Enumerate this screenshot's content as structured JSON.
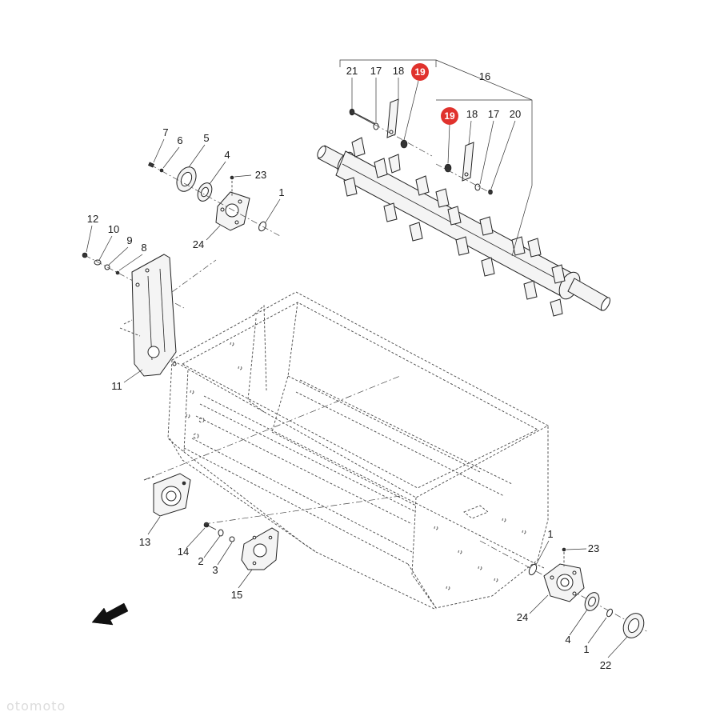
{
  "diagram": {
    "highlight_color": "#e0322d",
    "callouts": [
      {
        "id": "c21a",
        "text": "21",
        "highlight": false
      },
      {
        "id": "c17a",
        "text": "17",
        "highlight": false
      },
      {
        "id": "c18a",
        "text": "18",
        "highlight": false
      },
      {
        "id": "c19a",
        "text": "19",
        "highlight": true
      },
      {
        "id": "c16",
        "text": "16",
        "highlight": false
      },
      {
        "id": "c19b",
        "text": "19",
        "highlight": true
      },
      {
        "id": "c18b",
        "text": "18",
        "highlight": false
      },
      {
        "id": "c17b",
        "text": "17",
        "highlight": false
      },
      {
        "id": "c20",
        "text": "20",
        "highlight": false
      },
      {
        "id": "c7",
        "text": "7",
        "highlight": false
      },
      {
        "id": "c6",
        "text": "6",
        "highlight": false
      },
      {
        "id": "c5",
        "text": "5",
        "highlight": false
      },
      {
        "id": "c4a",
        "text": "4",
        "highlight": false
      },
      {
        "id": "c23a",
        "text": "23",
        "highlight": false
      },
      {
        "id": "c1a",
        "text": "1",
        "highlight": false
      },
      {
        "id": "c24a",
        "text": "24",
        "highlight": false
      },
      {
        "id": "c12",
        "text": "12",
        "highlight": false
      },
      {
        "id": "c10",
        "text": "10",
        "highlight": false
      },
      {
        "id": "c9",
        "text": "9",
        "highlight": false
      },
      {
        "id": "c8",
        "text": "8",
        "highlight": false
      },
      {
        "id": "c11",
        "text": "11",
        "highlight": false
      },
      {
        "id": "c13",
        "text": "13",
        "highlight": false
      },
      {
        "id": "c14",
        "text": "14",
        "highlight": false
      },
      {
        "id": "c2",
        "text": "2",
        "highlight": false
      },
      {
        "id": "c3",
        "text": "3",
        "highlight": false
      },
      {
        "id": "c15",
        "text": "15",
        "highlight": false
      },
      {
        "id": "c1b",
        "text": "1",
        "highlight": false
      },
      {
        "id": "c23b",
        "text": "23",
        "highlight": false
      },
      {
        "id": "c24b",
        "text": "24",
        "highlight": false
      },
      {
        "id": "c4b",
        "text": "4",
        "highlight": false
      },
      {
        "id": "c1c",
        "text": "1",
        "highlight": false
      },
      {
        "id": "c22",
        "text": "22",
        "highlight": false
      }
    ],
    "watermark": "otomoto"
  }
}
